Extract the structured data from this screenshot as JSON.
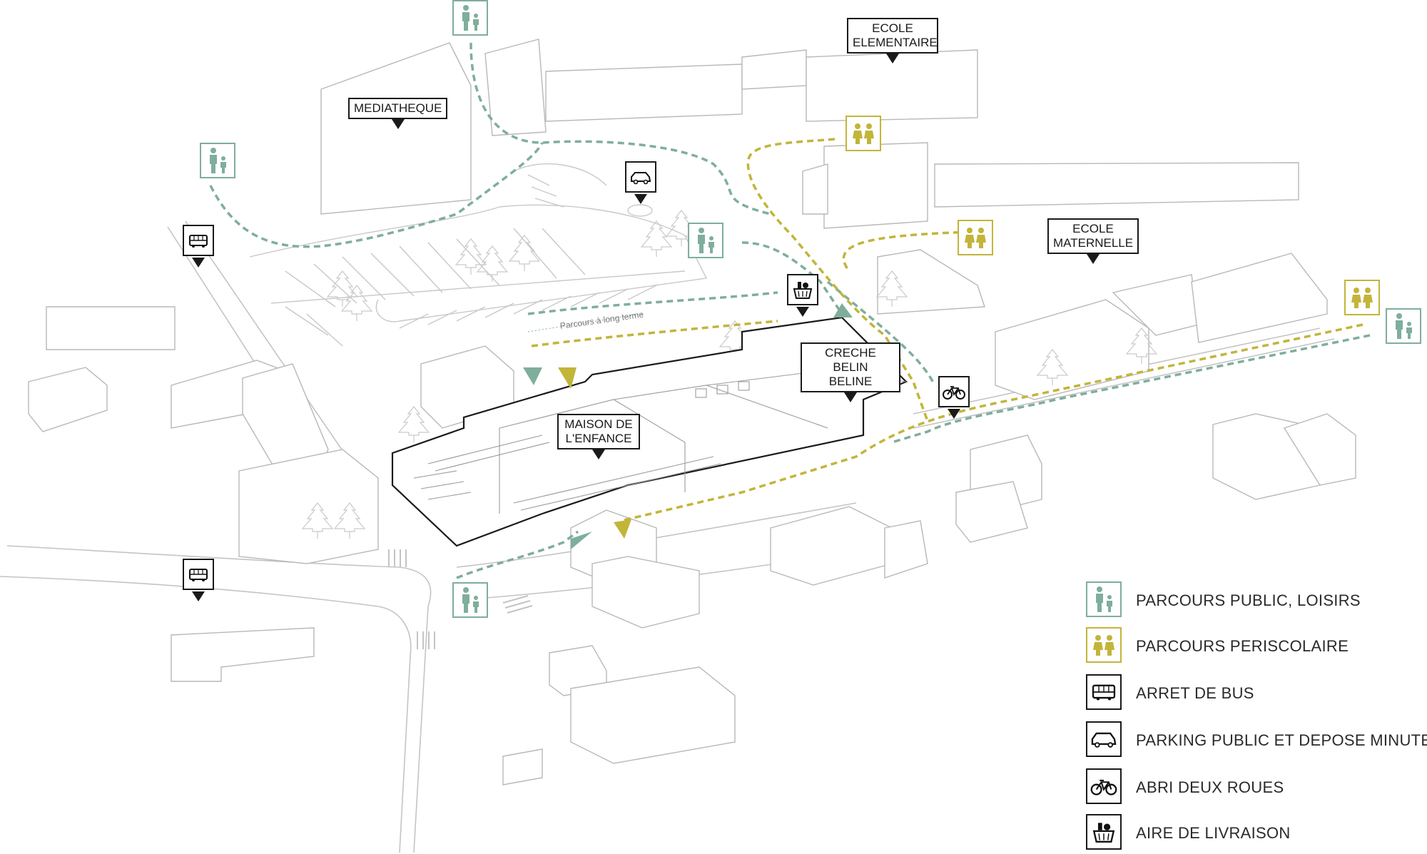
{
  "colors": {
    "public_path": "#7fae9c",
    "periscolaire_path": "#c2b53a",
    "building_outline": "#b8b8b8",
    "highlight_outline": "#1a1a1a",
    "tree": "#c9c9c9"
  },
  "labels": {
    "mediatheque": "MEDIATHEQUE",
    "ecole_elementaire": "ECOLE\nELEMENTAIRE",
    "ecole_maternelle": "ECOLE\nMATERNELLE",
    "creche": "CRECHE BELIN\nBELINE",
    "maison_enfance": "MAISON DE\nL'ENFANCE"
  },
  "path_note": "Parcours à long terme",
  "icons": {
    "bus": "bus-icon",
    "car": "car-icon",
    "bike": "bicycle-icon",
    "delivery": "shopping-basket-icon",
    "public": "adult-child-icon",
    "periscolaire": "two-children-icon"
  },
  "legend": [
    {
      "icon": "adult-child-icon",
      "style": "pub",
      "label": "PARCOURS PUBLIC, LOISIRS"
    },
    {
      "icon": "two-children-icon",
      "style": "per",
      "label": "PARCOURS PERISCOLAIRE"
    },
    {
      "icon": "bus-icon",
      "style": "black",
      "label": "ARRET DE BUS"
    },
    {
      "icon": "car-icon",
      "style": "black",
      "label": "PARKING PUBLIC ET DEPOSE MINUTE"
    },
    {
      "icon": "bicycle-icon",
      "style": "black",
      "label": "ABRI DEUX ROUES"
    },
    {
      "icon": "shopping-basket-icon",
      "style": "black",
      "label": "AIRE DE LIVRAISON"
    }
  ]
}
